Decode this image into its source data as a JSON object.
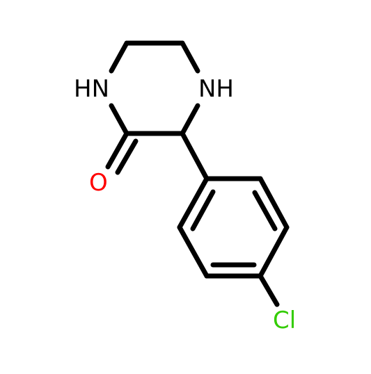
{
  "molecule": {
    "atoms": {
      "n1": {
        "label": "HN",
        "color": "#000000"
      },
      "n4": {
        "label": "NH",
        "color": "#000000"
      },
      "o": {
        "label": "O",
        "color": "#ff0000"
      },
      "cl": {
        "label": "Cl",
        "color": "#33cc00"
      }
    }
  }
}
